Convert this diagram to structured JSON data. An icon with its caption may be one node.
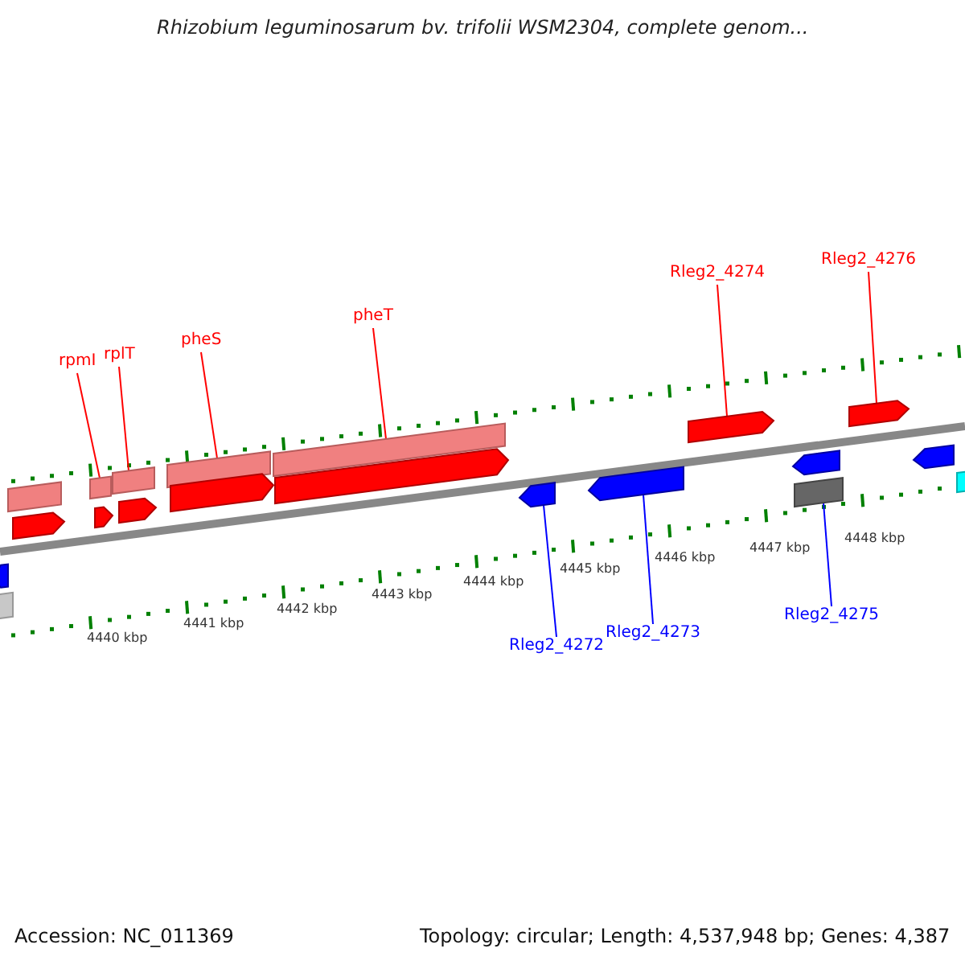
{
  "diagram": {
    "title": "Rhizobium leguminosarum bv. trifolii WSM2304, complete genom...",
    "nodes": [
      {
        "text": [
          "rpmI"
        ]
      },
      {
        "text": [
          "rplT"
        ]
      },
      {
        "text": [
          "pheS"
        ]
      },
      {
        "text": [
          "pheT"
        ]
      },
      {
        "text": [
          "Rleg2_4274"
        ]
      },
      {
        "text": [
          "Rleg2_4276"
        ]
      },
      {
        "text": [
          "Rleg2_4272"
        ]
      },
      {
        "text": [
          "Rleg2_4273"
        ]
      },
      {
        "text": [
          "Rleg2_4275"
        ]
      },
      {
        "text": [],
        "shape": "arrow"
      },
      {
        "text": [],
        "shape": "bar"
      },
      {
        "text": [],
        "shape": "bar"
      },
      {
        "text": [],
        "shape": "arrow"
      },
      {
        "text": [],
        "shape": "bar"
      },
      {
        "text": [],
        "shape": "arrow"
      },
      {
        "text": [],
        "shape": "bar"
      },
      {
        "text": [],
        "shape": "arrow"
      },
      {
        "text": [],
        "shape": "bar"
      },
      {
        "text": [],
        "shape": "arrow"
      },
      {
        "text": [],
        "shape": "bar"
      },
      {
        "text": [],
        "shape": "arrow"
      },
      {
        "text": [],
        "shape": "arrow"
      },
      {
        "text": [],
        "shape": "arrow"
      },
      {
        "text": [],
        "shape": "arrow"
      },
      {
        "text": [],
        "shape": "arrow"
      },
      {
        "text": [],
        "shape": "bar"
      },
      {
        "text": [],
        "shape": "arrow"
      },
      {
        "text": [],
        "shape": "arrow"
      },
      {
        "text": [],
        "shape": "bar"
      }
    ],
    "edges": [
      {
        "from": 0,
        "to": 13,
        "arrow": "none"
      },
      {
        "from": 1,
        "to": 15,
        "arrow": "none"
      },
      {
        "from": 2,
        "to": 17,
        "arrow": "none"
      },
      {
        "from": 3,
        "to": 19,
        "arrow": "none"
      },
      {
        "from": 4,
        "to": 23,
        "arrow": "none"
      },
      {
        "from": 5,
        "to": 26,
        "arrow": "none"
      },
      {
        "from": 6,
        "to": 21,
        "arrow": "none",
        "color": "#0000ff"
      },
      {
        "from": 7,
        "to": 22,
        "arrow": "none",
        "color": "#0000ff"
      },
      {
        "from": 8,
        "to": 25,
        "arrow": "none",
        "color": "#0000ff"
      }
    ],
    "labels": [
      "4440 kbp",
      "4441 kbp",
      "4442 kbp",
      "4443 kbp",
      "4444 kbp",
      "4445 kbp",
      "4446 kbp",
      "4447 kbp",
      "4448 kbp",
      "Accession: NC_011369",
      "Topology: circular; Length: 4,537,948 bp; Genes: 4,387"
    ]
  }
}
